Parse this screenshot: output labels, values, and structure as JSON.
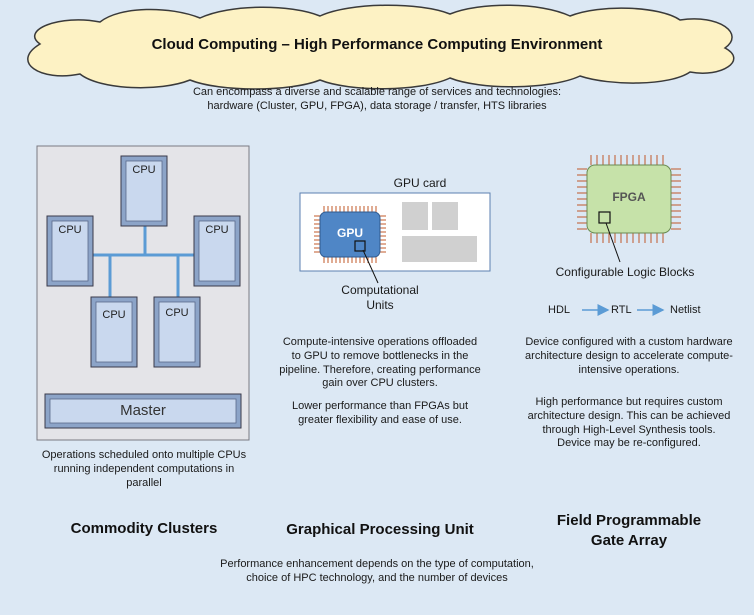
{
  "cloud": {
    "title": "Cloud Computing – High Performance Computing Environment"
  },
  "intro": {
    "line1": "Can encompass a diverse and scalable range of services and technologies:",
    "line2": "hardware (Cluster, GPU, FPGA), data storage / transfer, HTS libraries"
  },
  "cluster": {
    "cpu_label": "CPU",
    "master_label": "Master",
    "description": [
      "Operations scheduled onto multiple CPUs",
      "running independent computations in",
      "parallel"
    ],
    "heading": "Commodity Clusters"
  },
  "gpu": {
    "card_label": "GPU card",
    "chip_label": "GPU",
    "units_label": [
      "Computational",
      "Units"
    ],
    "description1": [
      "Compute-intensive operations offloaded",
      "to GPU to remove bottlenecks in the",
      "pipeline. Therefore,  creating performance",
      "gain over CPU clusters."
    ],
    "description2": [
      "Lower performance than FPGAs but",
      "greater flexibility and ease of use."
    ],
    "heading": "Graphical Processing Unit"
  },
  "fpga": {
    "chip_label": "FPGA",
    "blocks_label": "Configurable Logic Blocks",
    "flow": [
      "HDL",
      "RTL",
      "Netlist"
    ],
    "description1": [
      "Device configured with a custom hardware",
      "architecture design to accelerate compute-",
      "intensive operations."
    ],
    "description2": [
      "High performance but requires custom",
      "architecture design. This can be achieved",
      "through High-Level Synthesis tools.",
      "Device may be re-configured."
    ],
    "heading": [
      "Field Programmable",
      "Gate Array"
    ]
  },
  "footer": {
    "line1": "Performance enhancement depends on the type of computation,",
    "line2": "choice of HPC technology, and the number of devices"
  },
  "colors": {
    "background": "#dce8f4",
    "cloud_fill": "#fdf2c4",
    "cluster_box": "#e4e4e8",
    "cpu_face": "#c9d8ee",
    "connector": "#5b9bd5",
    "gpu_chip": "#4f86c6",
    "fpga_chip": "#c6e2a9",
    "pins": "#c0592a"
  }
}
